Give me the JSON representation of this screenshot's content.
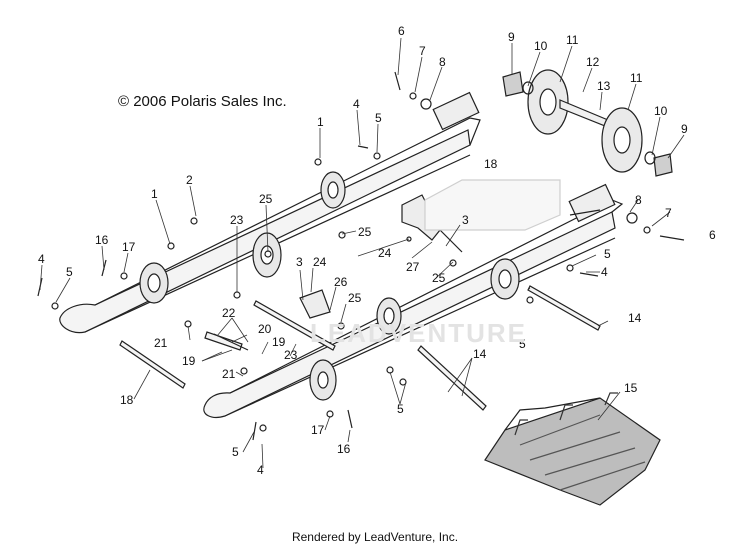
{
  "copyright": "© 2006 Polaris Sales Inc.",
  "footer": "Rendered by LeadVenture, Inc.",
  "watermark": "LEADVENTURE",
  "colors": {
    "line": "#222222",
    "part": "#dcdcdc",
    "ink": "#111111"
  },
  "callouts": [
    {
      "id": "c6a",
      "text": "6"
    },
    {
      "id": "c7a",
      "text": "7"
    },
    {
      "id": "c8a",
      "text": "8"
    },
    {
      "id": "c9a",
      "text": "9"
    },
    {
      "id": "c10a",
      "text": "10"
    },
    {
      "id": "c11a",
      "text": "11"
    },
    {
      "id": "c12",
      "text": "12"
    },
    {
      "id": "c13",
      "text": "13"
    },
    {
      "id": "c11b",
      "text": "11"
    },
    {
      "id": "c10b",
      "text": "10"
    },
    {
      "id": "c9b",
      "text": "9"
    },
    {
      "id": "c4a",
      "text": "4"
    },
    {
      "id": "c5a",
      "text": "5"
    },
    {
      "id": "c1a",
      "text": "1"
    },
    {
      "id": "c18a",
      "text": "18"
    },
    {
      "id": "c1b",
      "text": "1"
    },
    {
      "id": "c2",
      "text": "2"
    },
    {
      "id": "c23a",
      "text": "23"
    },
    {
      "id": "c25a",
      "text": "25"
    },
    {
      "id": "c16a",
      "text": "16"
    },
    {
      "id": "c17a",
      "text": "17"
    },
    {
      "id": "c4b",
      "text": "4"
    },
    {
      "id": "c5b",
      "text": "5"
    },
    {
      "id": "c25b",
      "text": "25"
    },
    {
      "id": "c3a",
      "text": "3"
    },
    {
      "id": "c24a",
      "text": "24"
    },
    {
      "id": "c27",
      "text": "27"
    },
    {
      "id": "c25c",
      "text": "25"
    },
    {
      "id": "c8b",
      "text": "8"
    },
    {
      "id": "c7b",
      "text": "7"
    },
    {
      "id": "c6b",
      "text": "6"
    },
    {
      "id": "c5c",
      "text": "5"
    },
    {
      "id": "c4c",
      "text": "4"
    },
    {
      "id": "c3b",
      "text": "3"
    },
    {
      "id": "c24b",
      "text": "24"
    },
    {
      "id": "c26",
      "text": "26"
    },
    {
      "id": "c25d",
      "text": "25"
    },
    {
      "id": "c22",
      "text": "22"
    },
    {
      "id": "c20",
      "text": "20"
    },
    {
      "id": "c21a",
      "text": "21"
    },
    {
      "id": "c19a",
      "text": "19"
    },
    {
      "id": "c19b",
      "text": "19"
    },
    {
      "id": "c23b",
      "text": "23"
    },
    {
      "id": "c21b",
      "text": "21"
    },
    {
      "id": "c14a",
      "text": "14"
    },
    {
      "id": "c5d",
      "text": "5"
    },
    {
      "id": "c14b",
      "text": "14"
    },
    {
      "id": "c18b",
      "text": "18"
    },
    {
      "id": "c5e",
      "text": "5"
    },
    {
      "id": "c15",
      "text": "15"
    },
    {
      "id": "c17b",
      "text": "17"
    },
    {
      "id": "c16b",
      "text": "16"
    },
    {
      "id": "c5f",
      "text": "5"
    },
    {
      "id": "c4d",
      "text": "4"
    }
  ]
}
